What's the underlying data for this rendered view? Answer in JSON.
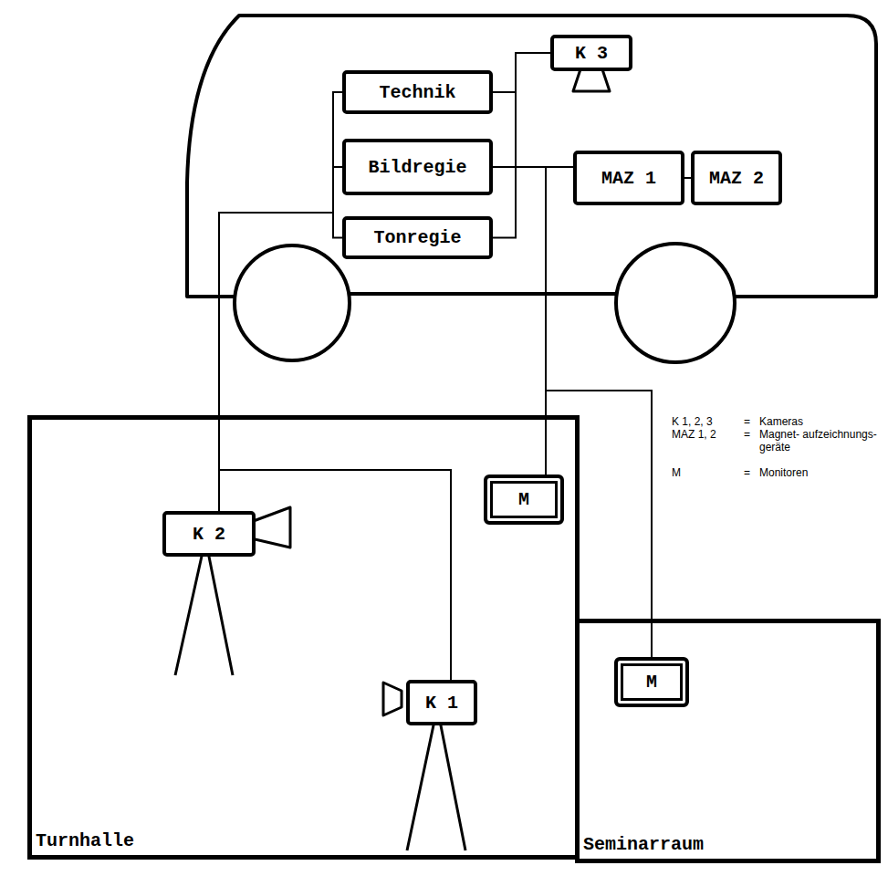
{
  "diagram": {
    "nodes": [
      {
        "text": [
          "K 3"
        ]
      },
      {
        "text": [
          "Technik"
        ]
      },
      {
        "text": [
          "Bildregie"
        ]
      },
      {
        "text": [
          "MAZ 1"
        ]
      },
      {
        "text": [
          "MAZ 2"
        ]
      },
      {
        "text": [
          "Tonregie"
        ]
      },
      {
        "text": [
          "Turnhalle"
        ]
      },
      {
        "text": [
          "M"
        ],
        "in": 6
      },
      {
        "text": [
          "K 2"
        ],
        "in": 6
      },
      {
        "text": [
          "K 1"
        ],
        "in": 6
      },
      {
        "text": [
          "Seminarraum"
        ]
      },
      {
        "text": [
          "M"
        ],
        "in": 10
      }
    ],
    "edges": [
      {
        "from": 1,
        "to": 0,
        "arrow": "none"
      },
      {
        "from": 5,
        "to": 0,
        "arrow": "none"
      },
      {
        "from": 1,
        "to": 2,
        "arrow": "none"
      },
      {
        "from": 2,
        "to": 5,
        "arrow": "none"
      },
      {
        "from": 2,
        "to": 3,
        "arrow": "none"
      },
      {
        "from": 3,
        "to": 4,
        "arrow": "none"
      },
      {
        "from": 2,
        "to": 8,
        "arrow": "none"
      },
      {
        "from": 2,
        "to": 9,
        "arrow": "none"
      },
      {
        "from": 2,
        "to": 7,
        "arrow": "none"
      },
      {
        "from": 2,
        "to": 11,
        "arrow": "none"
      }
    ],
    "labels": [
      "K 1, 2, 3",
      "=",
      "Kameras",
      "MAZ 1, 2",
      "=",
      "Magnet- aufzeichnungs- geräte",
      "M",
      "=",
      "Monitoren"
    ]
  }
}
